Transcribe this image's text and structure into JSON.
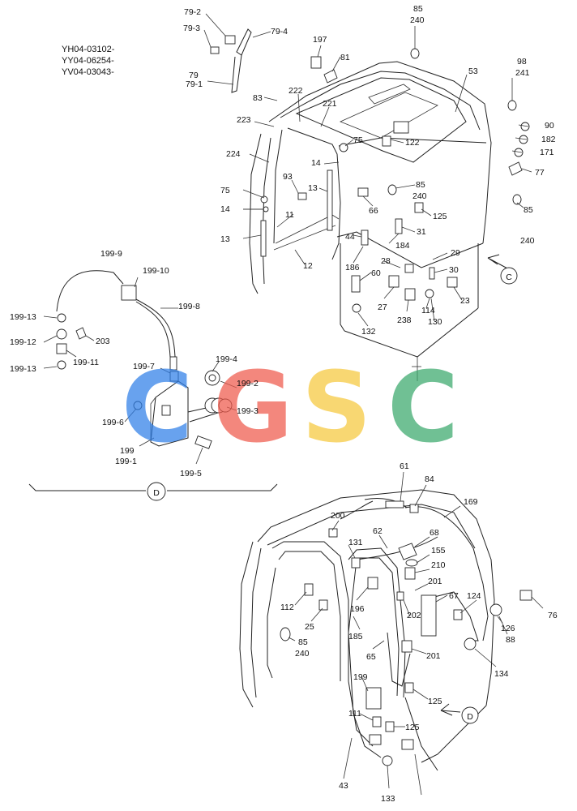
{
  "model_codes": [
    "YH04-03102-",
    "YY04-06254-",
    "YV04-03043-"
  ],
  "watermark": {
    "letters": [
      "C",
      "G",
      "S",
      "C"
    ],
    "colors": [
      "#2f7fe8",
      "#ef5a4c",
      "#f6c83c",
      "#3aa86b"
    ]
  },
  "view_markers": {
    "c": "C",
    "d_arrow": "D",
    "d_section": "D"
  },
  "labels": {
    "l79_2": "79-2",
    "l79_3": "79-3",
    "l79_4": "79-4",
    "l79": "79",
    "l79_1": "79-1",
    "l197": "197",
    "l81": "81",
    "l85a": "85",
    "l240a": "240",
    "l98": "98",
    "l241": "241",
    "l53": "53",
    "l83": "83",
    "l222": "222",
    "l221": "221",
    "l223": "223",
    "l224": "224",
    "l75a": "75",
    "l75b": "75",
    "l122": "122",
    "l90": "90",
    "l182": "182",
    "l171": "171",
    "l77": "77",
    "l14a": "14",
    "l93": "93",
    "l13a": "13",
    "l85b": "85",
    "l240b": "240",
    "l66": "66",
    "l125a": "125",
    "l14b": "14",
    "l11": "11",
    "l31": "31",
    "l13b": "13",
    "l44": "44",
    "l184": "184",
    "l85c": "85",
    "l240c": "240",
    "l12": "12",
    "l29": "29",
    "l186": "186",
    "l28": "28",
    "l30": "30",
    "l60": "60",
    "l27": "27",
    "l238": "238",
    "l114": "114",
    "l23": "23",
    "l130": "130",
    "l132": "132",
    "l199_9": "199-9",
    "l199_10": "199-10",
    "l199_8": "199-8",
    "l199_13a": "199-13",
    "l199_12": "199-12",
    "l203": "203",
    "l199_11": "199-11",
    "l199_13b": "199-13",
    "l199_4": "199-4",
    "l199_7": "199-7",
    "l199_2": "199-2",
    "l199_3": "199-3",
    "l199_6": "199-6",
    "l199": "199",
    "l199_1": "199-1",
    "l199_5": "199-5",
    "l61": "61",
    "l84": "84",
    "l200": "200",
    "l169": "169",
    "l62": "62",
    "l68": "68",
    "l131": "131",
    "l155": "155",
    "l210": "210",
    "l201a": "201",
    "l67": "67",
    "l124": "124",
    "l76": "76",
    "l112": "112",
    "l196": "196",
    "l202": "202",
    "l25": "25",
    "l126": "126",
    "l88": "88",
    "l85d": "85",
    "l240d": "240",
    "l185": "185",
    "l65": "65",
    "l201b": "201",
    "l134": "134",
    "l199b": "199",
    "l125b": "125",
    "l111": "111",
    "l125c": "125",
    "l43": "43",
    "l133": "133"
  }
}
